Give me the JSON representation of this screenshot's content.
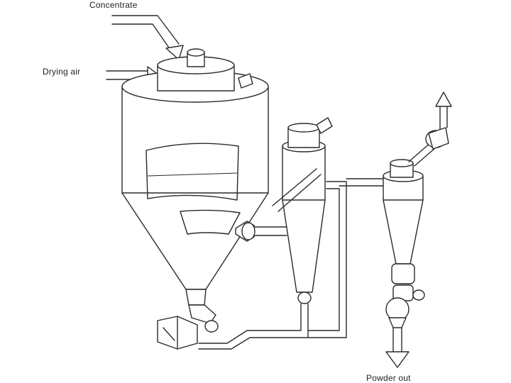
{
  "labels": {
    "concentrate": "Concentrate",
    "drying_air": "Drying air",
    "powder_out": "Powder out"
  },
  "colors": {
    "line": "#2a2a2a",
    "background": "#ffffff"
  }
}
